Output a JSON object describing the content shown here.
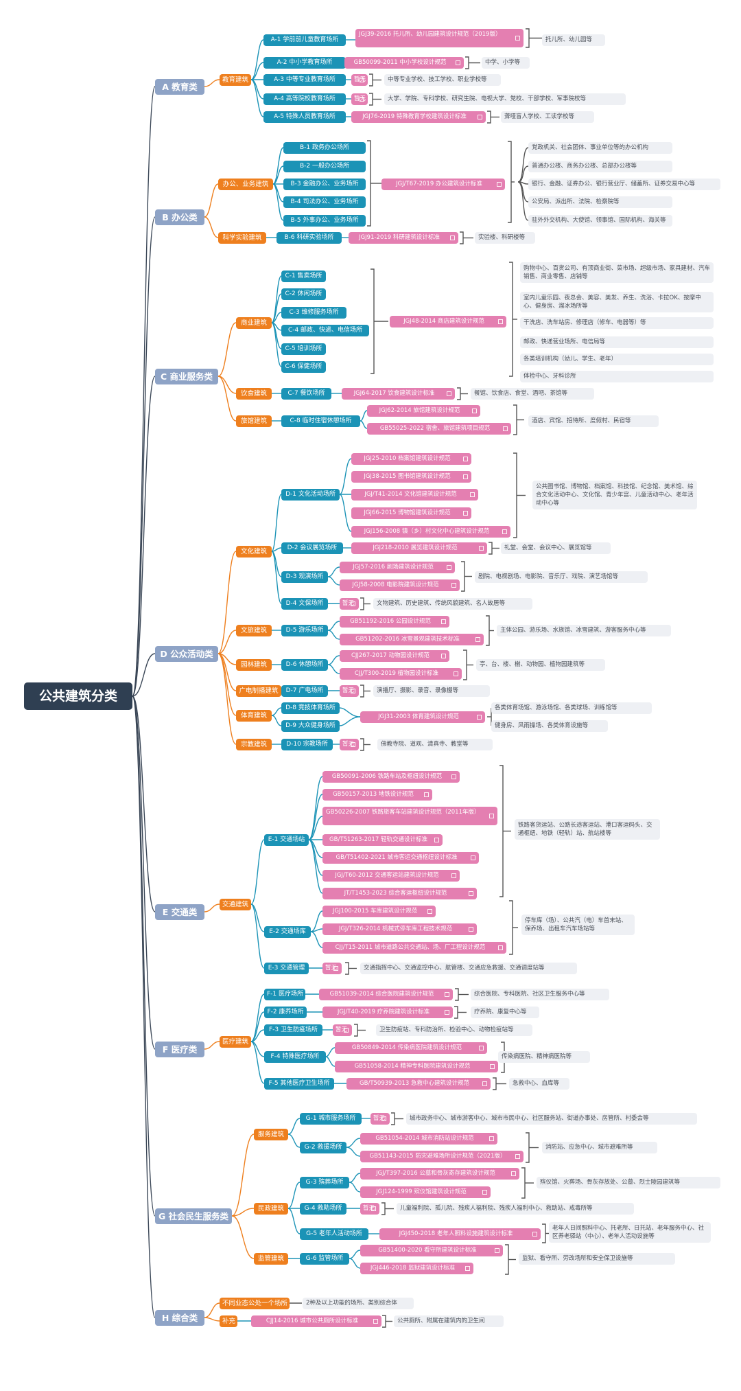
{
  "title": "公共建筑分类",
  "categories": {
    "A": {
      "label": "A 教育类",
      "sub": "教育建筑",
      "types": [
        "A-1 学前前儿童教育场所",
        "A-2 中小学教育场所",
        "A-3 中等专业教育场所",
        "A-4 高等院校教育场所",
        "A-5 特殊人员教育场所"
      ],
      "standards": [
        "JGJ39-2016 托儿所、幼儿园建筑设计规范（2019版）",
        "GB50099-2011 中小学校设计规范",
        "暂无",
        "暂无",
        "JGJ76-2019 特殊教育学校建筑设计标准"
      ],
      "examples": [
        "托儿所、幼儿园等",
        "中学、小学等",
        "中等专业学校、技工学校、职业学校等",
        "大学、学院、专科学校、研究生院、电视大学、党校、干部学校、军事院校等",
        "聋哑盲人学校、工读学校等"
      ]
    },
    "B": {
      "label": "B 办公类",
      "subs": [
        "办公、业务建筑",
        "科学实验建筑"
      ],
      "types": [
        "B-1 政务办公场所",
        "B-2 一般办公场所",
        "B-3 金融办公、业务场所",
        "B-4 司法办公、业务场所",
        "B-5 外事办公、业务场所",
        "B-6 科研实验场所"
      ],
      "standards": [
        "JGJ/T67-2019 办公建筑设计标准",
        "JGJ91-2019 科研建筑设计标准"
      ],
      "examples": [
        "党政机关、社会团体、事业单位等的办公机构",
        "普通办公楼、商务办公楼、总部办公楼等",
        "银行、金融、证券办公、银行营业厅、储蓄所、证券交易中心等",
        "公安局、派出所、法院、检察院等",
        "驻外外交机构、大使馆、领事馆、国际机构、海关等",
        "实验楼、科研楼等"
      ]
    },
    "C": {
      "label": "C 商业服务类",
      "subs": [
        "商业建筑",
        "饮食建筑",
        "旅馆建筑"
      ],
      "types": [
        "C-1 售卖场所",
        "C-2 休闲场所",
        "C-3 维修服务场所",
        "C-4 邮政、快递、电信场所",
        "C-5 培训场所",
        "C-6 保健场所",
        "C-7 餐饮场所",
        "C-8 临时住宿休憩场所"
      ],
      "standards": [
        "JGJ48-2014 商店建筑设计规范",
        "JGJ64-2017 饮食建筑设计标准",
        "JGJ62-2014 旅馆建筑设计规范",
        "GB55025-2022 宿舍、旅馆建筑项目规范"
      ],
      "examples": [
        "购物中心、百货公司、有顶商业街、菜市场、超级市场、家具建材、汽车销售、商业零售、店铺等",
        "室内儿童乐园、夜总会、美容、美发、养生、洗浴、卡拉OK、按摩中心、健身房、溜冰场所等",
        "干洗店、洗车站房、修理店（修车、电器等）等",
        "邮政、快递营业场所、电信局等",
        "各类培训机构（幼儿、学生、老年）",
        "体检中心、牙科诊所",
        "餐馆、饮食店、食堂、酒吧、茶馆等",
        "酒店、宾馆、招待所、度假村、民宿等"
      ]
    },
    "D": {
      "label": "D 公众活动类",
      "subs": [
        "文化建筑",
        "文旅建筑",
        "园林建筑",
        "广电制播建筑",
        "体育建筑",
        "宗教建筑"
      ],
      "types": [
        "D-1 文化活动场所",
        "D-2 会议展览场所",
        "D-3 观演场所",
        "D-4 文保场所",
        "D-5 游乐场所",
        "D-6 休憩场所",
        "D-7 广电场所",
        "D-8 竞技体育场所",
        "D-9 大众健身场所",
        "D-10 宗教场所"
      ],
      "standards": [
        "JGJ25-2010 档案馆建筑设计规范",
        "JGJ38-2015 图书馆建筑设计规范",
        "JGJ/T41-2014 文化馆建筑设计规范",
        "JGJ66-2015 博物馆建筑设计规范",
        "JGJ156-2008 镇（乡）村文化中心建筑设计规范",
        "JGJ218-2010 展览建筑设计规范",
        "JGJ57-2016 剧场建筑设计规范",
        "JGJ58-2008 电影院建筑设计规范",
        "暂无",
        "GB51192-2016 公园设计规范",
        "GB51202-2016 冰雪景观建筑技术标准",
        "CJJ267-2017 动物园设计规范",
        "CJJ/T300-2019 植物园设计标准",
        "暂无",
        "JGJ31-2003 体育建筑设计规范",
        "暂无"
      ],
      "examples": [
        "公共图书馆、博物馆、档案馆、科技馆、纪念馆、美术馆、综合文化活动中心、文化馆、青少年宫、儿童活动中心、老年活动中心等",
        "礼堂、会堂、会议中心、展览馆等",
        "剧院、电视剧场、电影院、音乐厅、戏院、演艺场馆等",
        "文物建筑、历史建筑、传统风貌建筑、名人故居等",
        "主体公园、游乐场、水族馆、冰雪建筑、游客服务中心等",
        "亭、台、楼、榭、动物园、植物园建筑等",
        "演播厅、摄影、录音、录像棚等",
        "各类体育场馆、游泳场馆、各类球场、训练馆等",
        "健身房、风雨操场、各类体育设施等",
        "佛教寺院、道观、清真寺、教堂等"
      ]
    },
    "E": {
      "label": "E 交通类",
      "sub": "交通建筑",
      "types": [
        "E-1 交通场站",
        "E-2 交通场库",
        "E-3 交通管理"
      ],
      "standards": [
        "GB50091-2006 铁路车站及枢纽设计规范",
        "GB50157-2013 地铁设计规范",
        "GB50226-2007 铁路旅客车站建筑设计规范（2011年版）",
        "GB/T51263-2017 轻轨交通设计标准",
        "GB/T51402-2021 城市客运交通枢纽设计标准",
        "JGJ/T60-2012 交通客运站建筑设计规范",
        "JT/T1453-2023 综合客运枢纽设计规范",
        "JGJ100-2015 车库建筑设计规范",
        "JGJ/T326-2014 机械式停车库工程技术规范",
        "CJJ/T15-2011 城市道路公共交通站、场、厂工程设计规范",
        "暂无"
      ],
      "examples": [
        "铁路客货运站、公路长途客运站、港口客运码头、交通枢纽、地铁（轻轨）站、航站楼等",
        "停车库（场）、公共汽（电）车首末站、保养场、出租车汽车场站等",
        "交通指挥中心、交通监控中心、航管楼、交通应急救援、交通调度站等"
      ]
    },
    "F": {
      "label": "F 医疗类",
      "sub": "医疗建筑",
      "types": [
        "F-1 医疗场所",
        "F-2 康养场所",
        "F-3 卫生防疫场所",
        "F-4 特殊医疗场所",
        "F-5 其他医疗卫生场所"
      ],
      "standards": [
        "GB51039-2014 综合医院建筑设计规范",
        "JGJ/T40-2019 疗养院建筑设计标准",
        "暂无",
        "GB50849-2014 传染病医院建筑设计规范",
        "GB51058-2014 精神专科医院建筑设计规范",
        "GB/T50939-2013 急救中心建筑设计规范"
      ],
      "examples": [
        "综合医院、专科医院、社区卫生服务中心等",
        "疗养院、康复中心等",
        "卫生防疫站、专科防治所、检验中心、动物检疫站等",
        "传染病医院、精神病医院等",
        "急救中心、血库等"
      ]
    },
    "G": {
      "label": "G 社会民生服务类",
      "subs": [
        "服务建筑",
        "民政建筑",
        "监管建筑"
      ],
      "types": [
        "G-1 城市服务场所",
        "G-2 救援场所",
        "G-3 殡葬场所",
        "G-4 救助场所",
        "G-5 老年人活动场所",
        "G-6 监管场所"
      ],
      "standards": [
        "暂无",
        "GB51054-2014 城市消防站设计规范",
        "GB51143-2015 防灾避难场所设计规范（2021版）",
        "JGJ/T397-2016 公墓和骨灰寄存建筑设计规范",
        "JGJ124-1999 殡仪馆建筑设计规范",
        "暂无",
        "JGJ450-2018 老年人照料设施建筑设计标准",
        "GB51400-2020 看守所建筑设计标准",
        "JGJ446-2018 监狱建筑设计标准"
      ],
      "examples": [
        "城市政务中心、城市游客中心、城市市民中心、社区服务站、街道办事处、房管所、村委会等",
        "消防站、应急中心、城市避难所等",
        "殡仪馆、火葬场、骨灰存放处、公墓、烈士陵园建筑等",
        "儿童福利院、孤儿院、残疾人福利院、残疾人福利中心、救助站、戒毒所等",
        "老年人日间照料中心、托老所、日托站、老年服务中心、社区养老驿站（中心）、老年人活动设施等",
        "监狱、看守所、劳改场所和安全保卫设施等"
      ]
    },
    "H": {
      "label": "H 综合类",
      "subs": [
        "不同业态公处一个场所",
        "补充"
      ],
      "standards": [
        "CJJ14-2016 城市公共厕所设计标准"
      ],
      "examples": [
        "2种及以上功能的场所、类别综合体",
        "公共厕所、附属在建筑内的卫生间"
      ]
    }
  }
}
